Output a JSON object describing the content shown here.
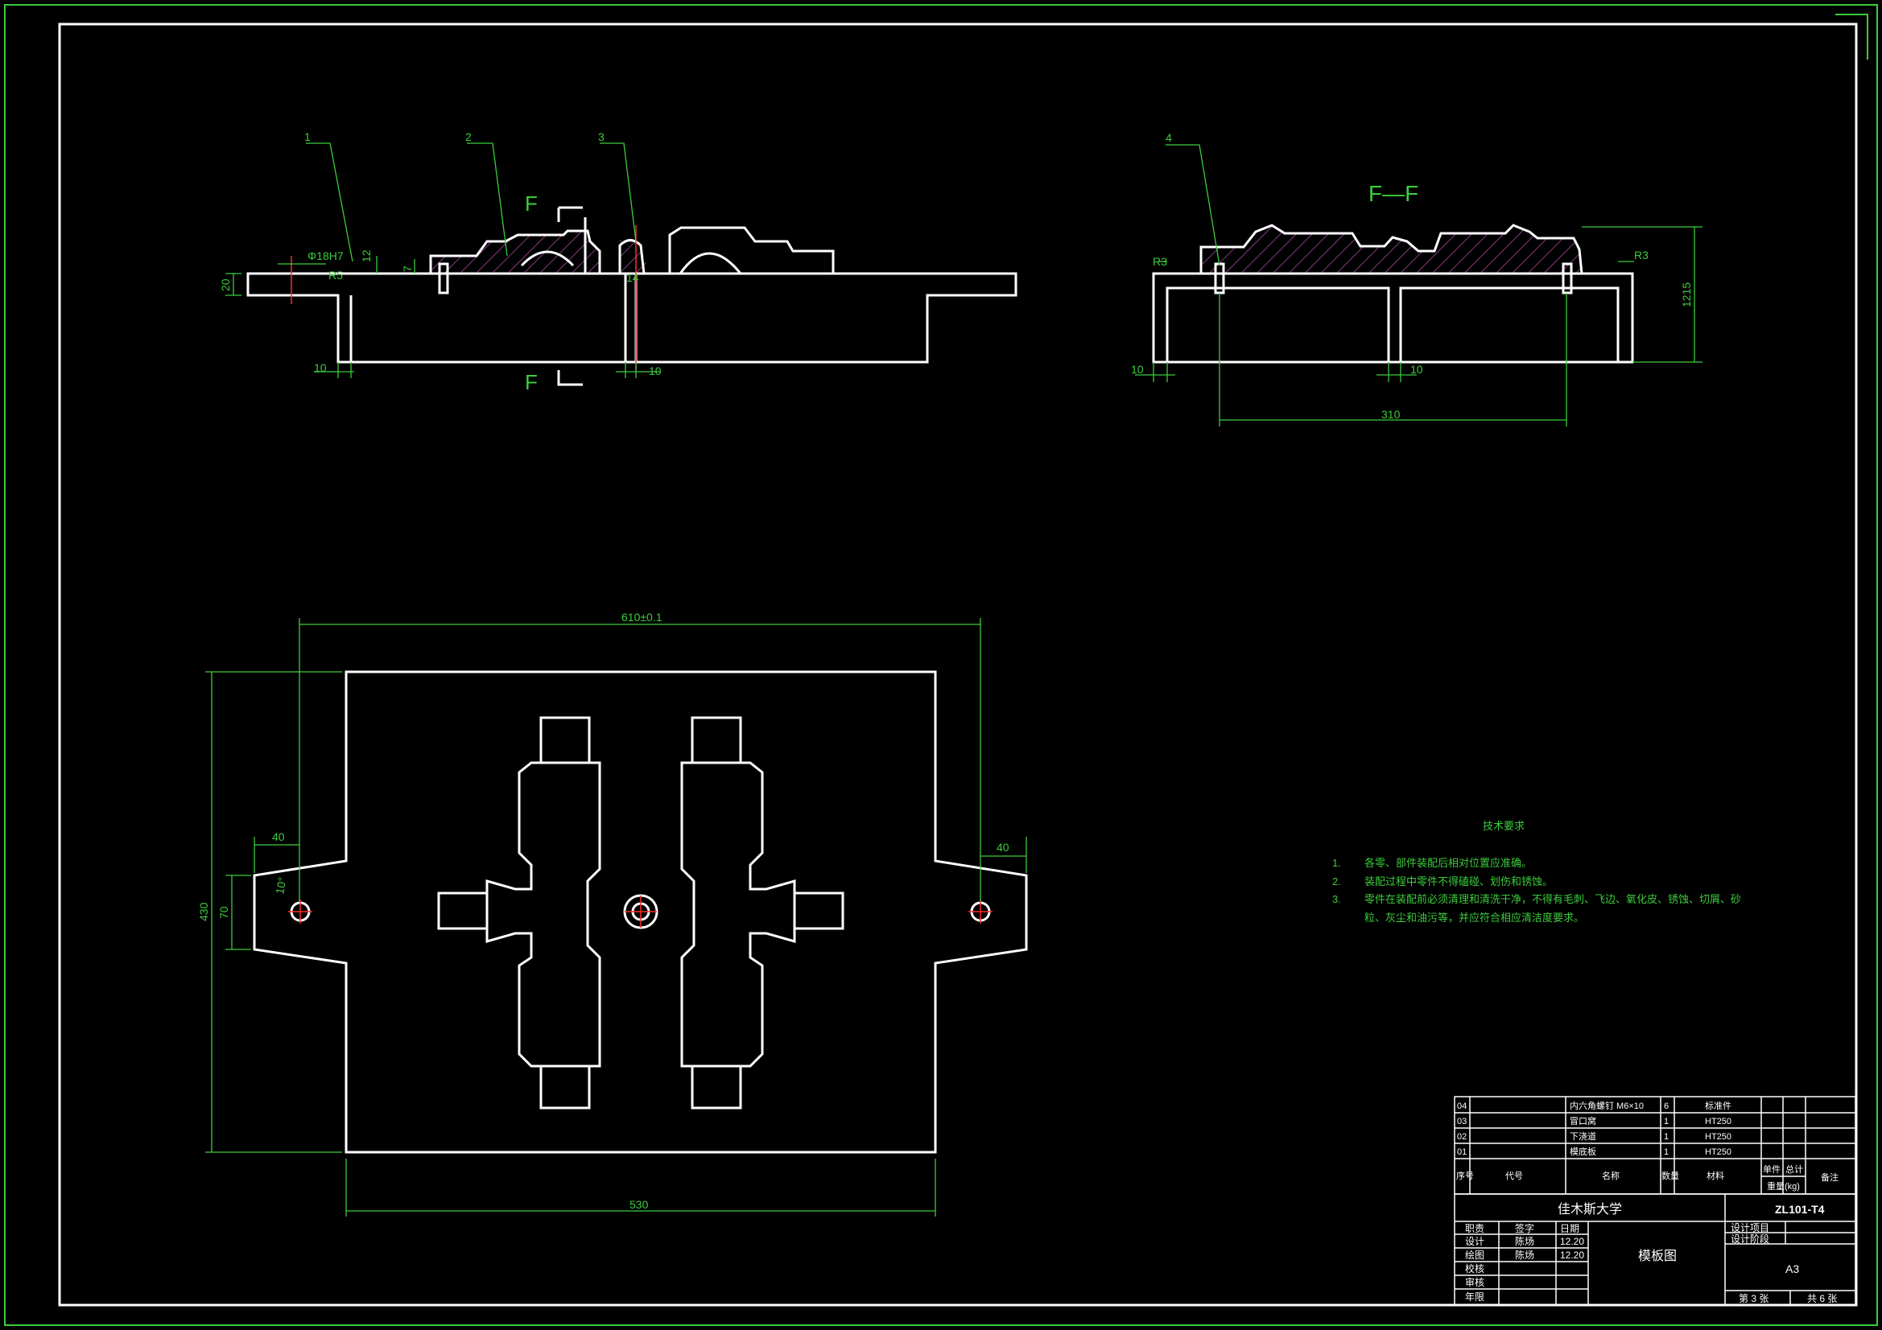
{
  "colors": {
    "background": "#000000",
    "outline": "#ffffff",
    "dimension": "#3ccc3c",
    "center": "#ff2a2a",
    "hatch": "#b04fb0",
    "frame": "#3ccc3c"
  },
  "section_label": "F—F",
  "cut_marks": [
    "F",
    "F"
  ],
  "leaders": [
    "1",
    "2",
    "3",
    "4"
  ],
  "dims": {
    "phi": "Φ18H7",
    "t12": "12",
    "t20": "20",
    "t7": "7",
    "r5": "R5",
    "t14": "14",
    "t10a": "10",
    "t10b": "10",
    "t10c": "10",
    "t10d": "10",
    "r3a": "R3",
    "r3b": "R3",
    "h1215": "1215",
    "w310": "310",
    "w610": "610±0.1",
    "h430": "430",
    "h70": "70",
    "w40a": "40",
    "w40b": "40",
    "ang10": "10°",
    "w530": "530"
  },
  "tech": {
    "title": "技术要求",
    "items": [
      {
        "num": "1.",
        "lines": [
          "各零、部件装配后相对位置应准确。"
        ]
      },
      {
        "num": "2.",
        "lines": [
          "装配过程中零件不得磕碰、划伤和锈蚀。"
        ]
      },
      {
        "num": "3.",
        "lines": [
          "零件在装配前必须清理和清洗干净，不得有毛刺、飞边、氧化皮、锈蚀、切屑、砂",
          "粒、灰尘和油污等，并应符合相应清洁度要求。"
        ]
      }
    ]
  },
  "parts": [
    {
      "no": "04",
      "name": "内六角螺钉 M6×10",
      "qty": "6",
      "material": "标准件"
    },
    {
      "no": "03",
      "name": "冒口窝",
      "qty": "1",
      "material": "HT250"
    },
    {
      "no": "02",
      "name": "下浇道",
      "qty": "1",
      "material": "HT250"
    },
    {
      "no": "01",
      "name": "模底板",
      "qty": "1",
      "material": "HT250"
    }
  ],
  "parts_header": {
    "seq": "序号",
    "code": "代号",
    "name": "名称",
    "qty": "数量",
    "material": "材料",
    "unit_weight": "单件",
    "total_weight": "总计",
    "weight": "重量(kg)",
    "remark": "备注"
  },
  "title_block": {
    "university": "佳木斯大学",
    "drawing_no": "ZL101-T4",
    "drawing_name": "模板图",
    "size": "A3",
    "sheet": "第 3 张",
    "total": "共 6 张",
    "design_project": "设计项目",
    "design_stage": "设计阶段",
    "head_role": "职责",
    "head_sign": "签字",
    "head_date": "日期",
    "rows": [
      {
        "role": "设计",
        "name": "陈炀",
        "date": "12.20"
      },
      {
        "role": "绘图",
        "name": "陈炀",
        "date": "12.20"
      },
      {
        "role": "校核",
        "name": "",
        "date": ""
      },
      {
        "role": "审核",
        "name": "",
        "date": ""
      },
      {
        "role": "年限",
        "name": "",
        "date": ""
      }
    ]
  }
}
